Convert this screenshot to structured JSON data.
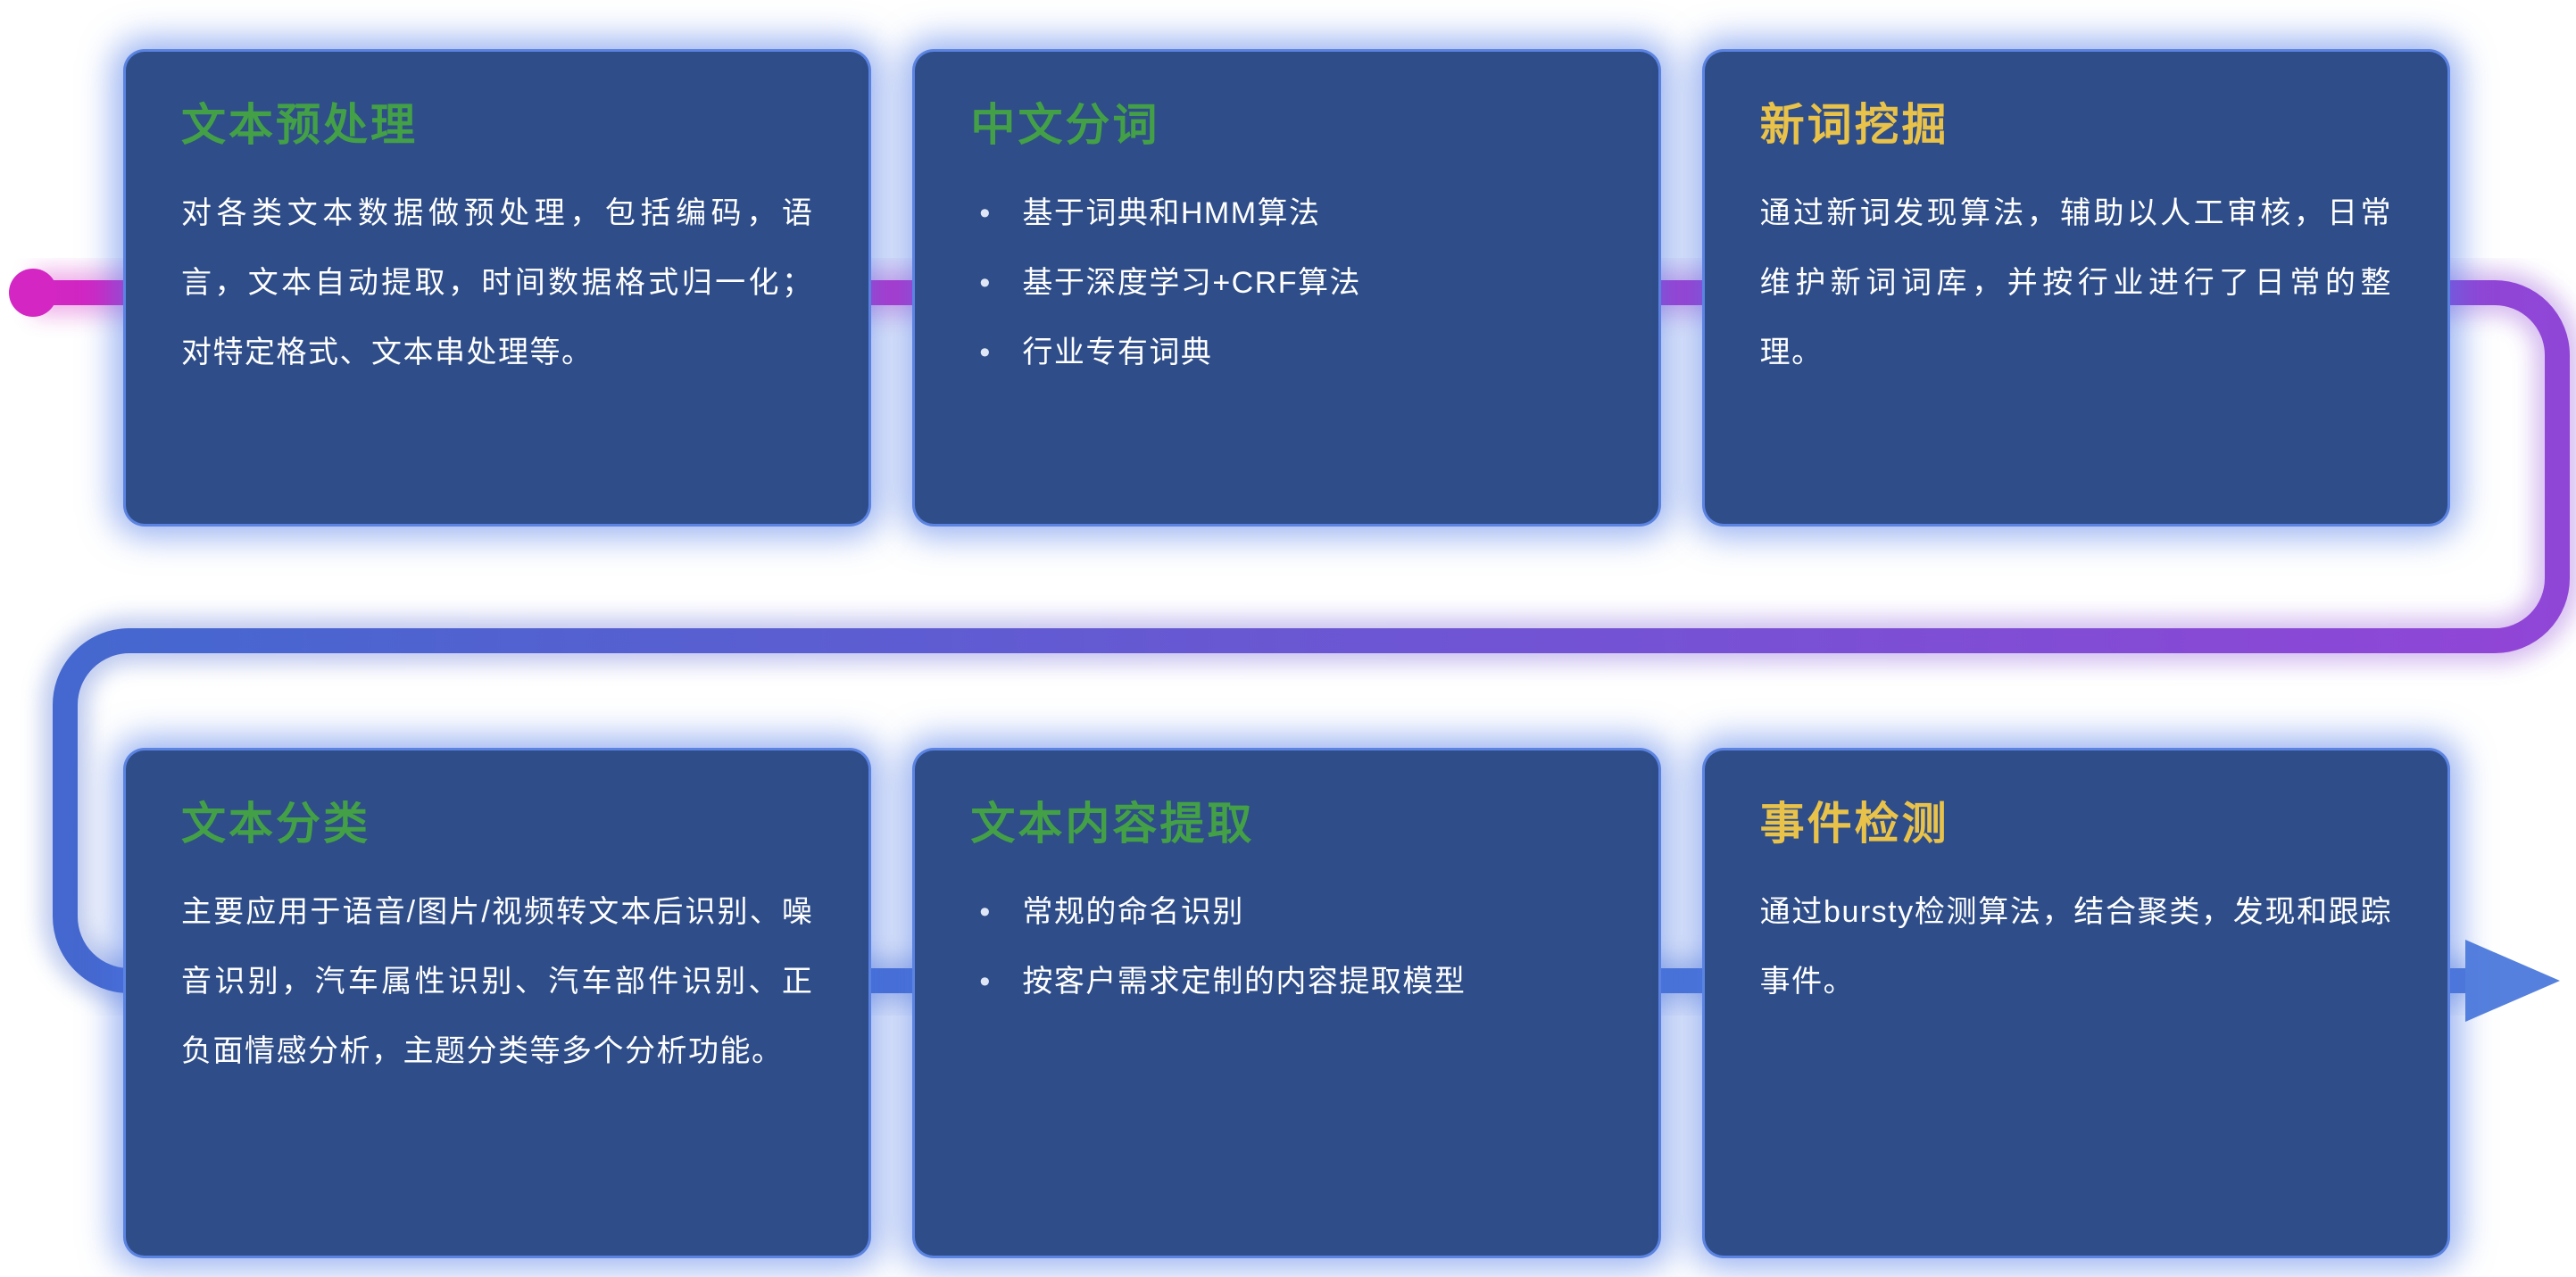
{
  "cards": [
    {
      "title": "文本预处理",
      "title_color": "#43a047",
      "body": "对各类文本数据做预处理，包括编码，语言，文本自动提取，时间数据格式归一化；对特定格式、文本串处理等。"
    },
    {
      "title": "中文分词",
      "title_color": "#43a047",
      "bullets": [
        "基于词典和HMM算法",
        "基于深度学习+CRF算法",
        "行业专有词典"
      ]
    },
    {
      "title": "新词挖掘",
      "title_color": "#e9c24a",
      "body": "通过新词发现算法，辅助以人工审核，日常维护新词词库，并按行业进行了日常的整理。"
    },
    {
      "title": "文本分类",
      "title_color": "#43a047",
      "body": "主要应用于语音/图片/视频转文本后识别、噪音识别，汽车属性识别、汽车部件识别、正负面情感分析，主题分类等多个分析功能。"
    },
    {
      "title": "文本内容提取",
      "title_color": "#43a047",
      "bullets": [
        "常规的命名识别",
        "按客户需求定制的内容提取模型"
      ]
    },
    {
      "title": "事件检测",
      "title_color": "#e9c24a",
      "body": "通过bursty检测算法，结合聚类，发现和跟踪事件。"
    }
  ],
  "glyphs": {
    "bullet": "•"
  },
  "colors": {
    "background": "#ffffff",
    "card_bg": "#2e4d89",
    "card_border": "#5a82e6",
    "card_glow": "#4a76e6",
    "body_text": "#ffffff",
    "title_green": "#43a047",
    "title_yellow": "#e9c24a",
    "flow_start_magenta": "#d326c3",
    "flow_mid_purple": "#8f46d6",
    "flow_end_blue": "#4468cf",
    "flow_arrow_blue": "#5580dd"
  }
}
